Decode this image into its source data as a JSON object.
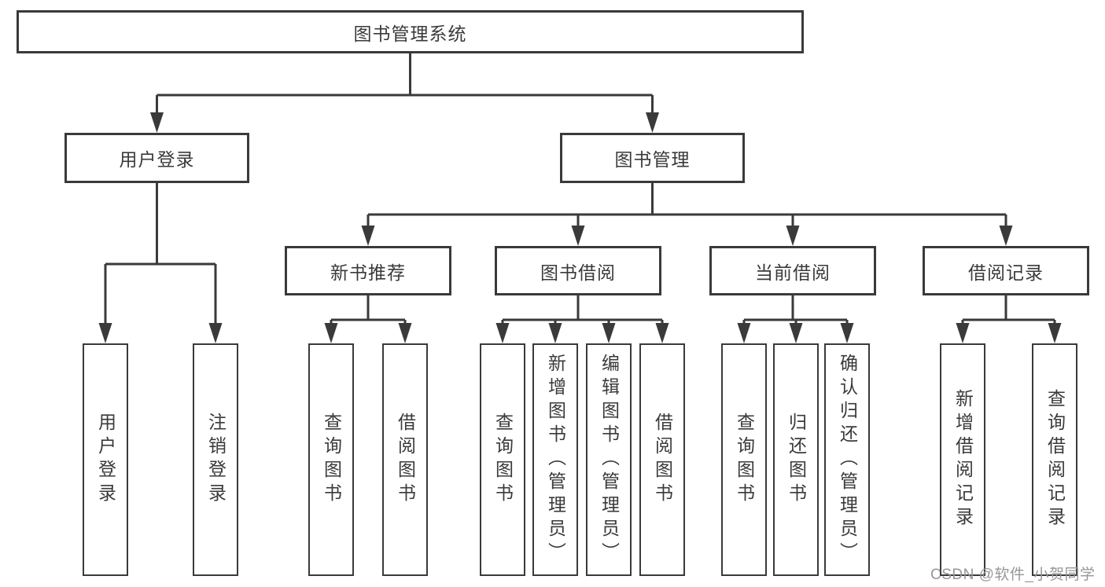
{
  "tree": {
    "root": {
      "label": "图书管理系统"
    },
    "children": [
      {
        "label": "用户登录",
        "children": [
          {
            "label": "用户登录"
          },
          {
            "label": "注销登录"
          }
        ]
      },
      {
        "label": "图书管理",
        "children": [
          {
            "label": "新书推荐",
            "children": [
              {
                "label": "查询图书"
              },
              {
                "label": "借阅图书"
              }
            ]
          },
          {
            "label": "图书借阅",
            "children": [
              {
                "label": "查询图书"
              },
              {
                "label": "新增图书（管理员）"
              },
              {
                "label": "编辑图书（管理员）"
              },
              {
                "label": "借阅图书"
              }
            ]
          },
          {
            "label": "当前借阅",
            "children": [
              {
                "label": "查询图书"
              },
              {
                "label": "归还图书"
              },
              {
                "label": "确认归还（管理员）"
              }
            ]
          },
          {
            "label": "借阅记录",
            "children": [
              {
                "label": "新增借阅记录"
              },
              {
                "label": "查询借阅记录"
              }
            ]
          }
        ]
      }
    ]
  },
  "watermark": {
    "text": "CSDN @软件_小贺同学"
  },
  "colors": {
    "line": "#3a3a3a",
    "box_border": "#3a3a3a",
    "label_text": "#3a3a3a",
    "watermark": "#979797",
    "background": "#ffffff"
  }
}
